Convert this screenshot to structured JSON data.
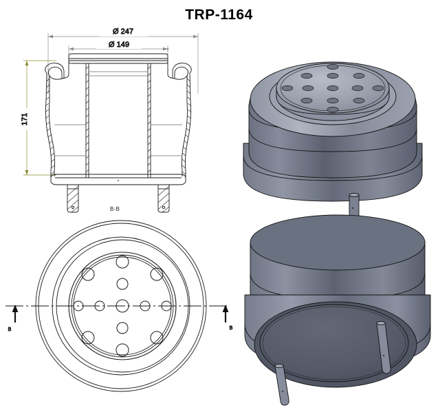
{
  "document": {
    "title": "TRP-1164",
    "background_color": "#ffffff",
    "type": "engineering-drawing"
  },
  "dimensions": {
    "outer_diameter": {
      "label": "Ø 247",
      "value": 247,
      "symbol": "Ø",
      "color": "#6e6e6e"
    },
    "inner_diameter": {
      "label": "Ø 149",
      "value": 149,
      "symbol": "Ø",
      "color": "#6e6e6e"
    },
    "height": {
      "label": "171",
      "value": 171,
      "color": "#8a8a2e",
      "orientation": "vertical"
    }
  },
  "views": {
    "section_view": {
      "name": "cross-section-view",
      "position": "top-left",
      "hatching": true,
      "stud_count": 2
    },
    "bottom_view": {
      "name": "bottom-plan-view",
      "position": "bottom-left",
      "section_label": "B-B",
      "section_marker_left": "B",
      "section_marker_right": "B",
      "concentric_circles": 6,
      "hole_count": 13
    },
    "iso_top": {
      "name": "isometric-top-view",
      "position": "top-right",
      "perforated_plate_holes": 13,
      "stud_count": 1
    },
    "iso_bottom": {
      "name": "isometric-bottom-view",
      "position": "bottom-right",
      "stud_count": 2
    }
  },
  "colors": {
    "line": "#1a1a1a",
    "dim_gray": "#6e6e6e",
    "dim_olive": "#8a8a2e",
    "metal_light": "#a6abb8",
    "metal_mid": "#868c9c",
    "metal_dark": "#5a6070",
    "metal_darker": "#474c5a",
    "metal_face": "#575d6b"
  }
}
